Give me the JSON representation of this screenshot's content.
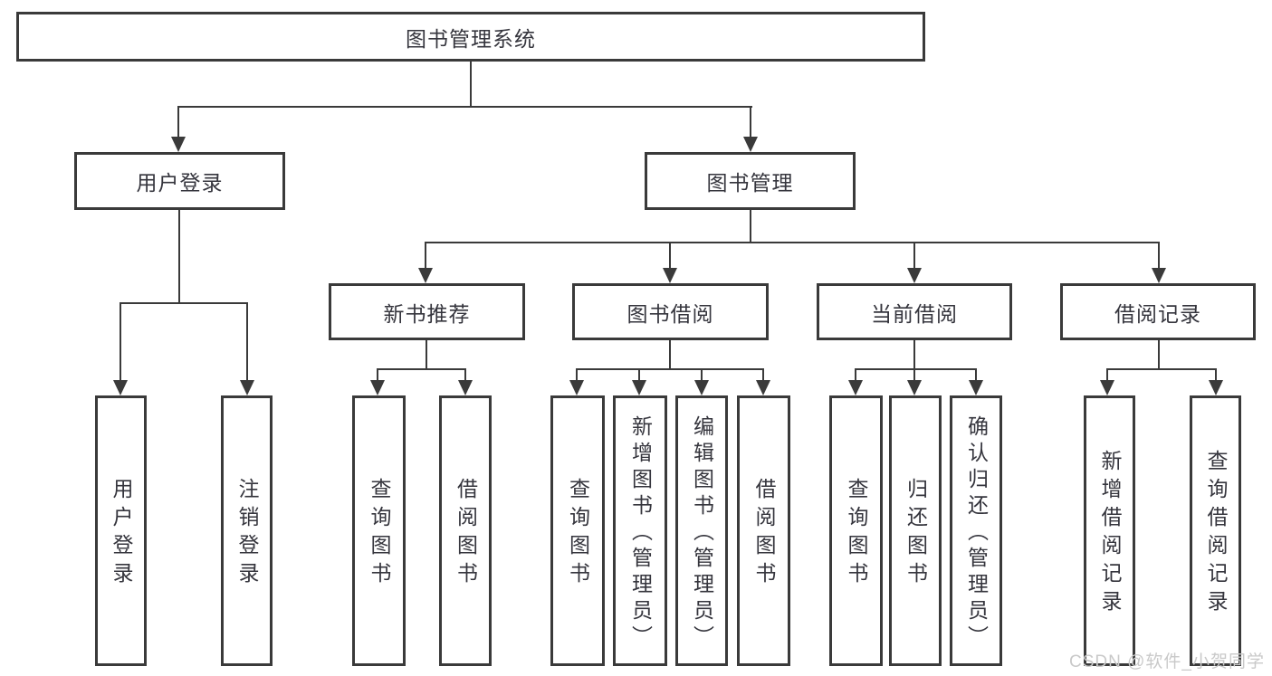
{
  "diagram": {
    "root": {
      "label": "图书管理系统"
    },
    "user_branch": {
      "label": "用户登录",
      "children": [
        {
          "label": "用户登录"
        },
        {
          "label": "注销登录"
        }
      ]
    },
    "book_branch": {
      "label": "图书管理",
      "groups": [
        {
          "label": "新书推荐",
          "children": [
            {
              "label": "查询图书"
            },
            {
              "label": "借阅图书"
            }
          ]
        },
        {
          "label": "图书借阅",
          "children": [
            {
              "label": "查询图书"
            },
            {
              "label": "新增图书（管理员）"
            },
            {
              "label": "编辑图书（管理员）"
            },
            {
              "label": "借阅图书"
            }
          ]
        },
        {
          "label": "当前借阅",
          "children": [
            {
              "label": "查询图书"
            },
            {
              "label": "归还图书"
            },
            {
              "label": "确认归还（管理员）"
            }
          ]
        },
        {
          "label": "借阅记录",
          "children": [
            {
              "label": "新增借阅记录"
            },
            {
              "label": "查询借阅记录"
            }
          ]
        }
      ]
    }
  },
  "watermark": {
    "text": "CSDN @软件_小贺同学"
  },
  "colors": {
    "line": "#3a3a3a",
    "text": "#35353d",
    "watermark": "#c9c9c9",
    "background": "#ffffff"
  }
}
